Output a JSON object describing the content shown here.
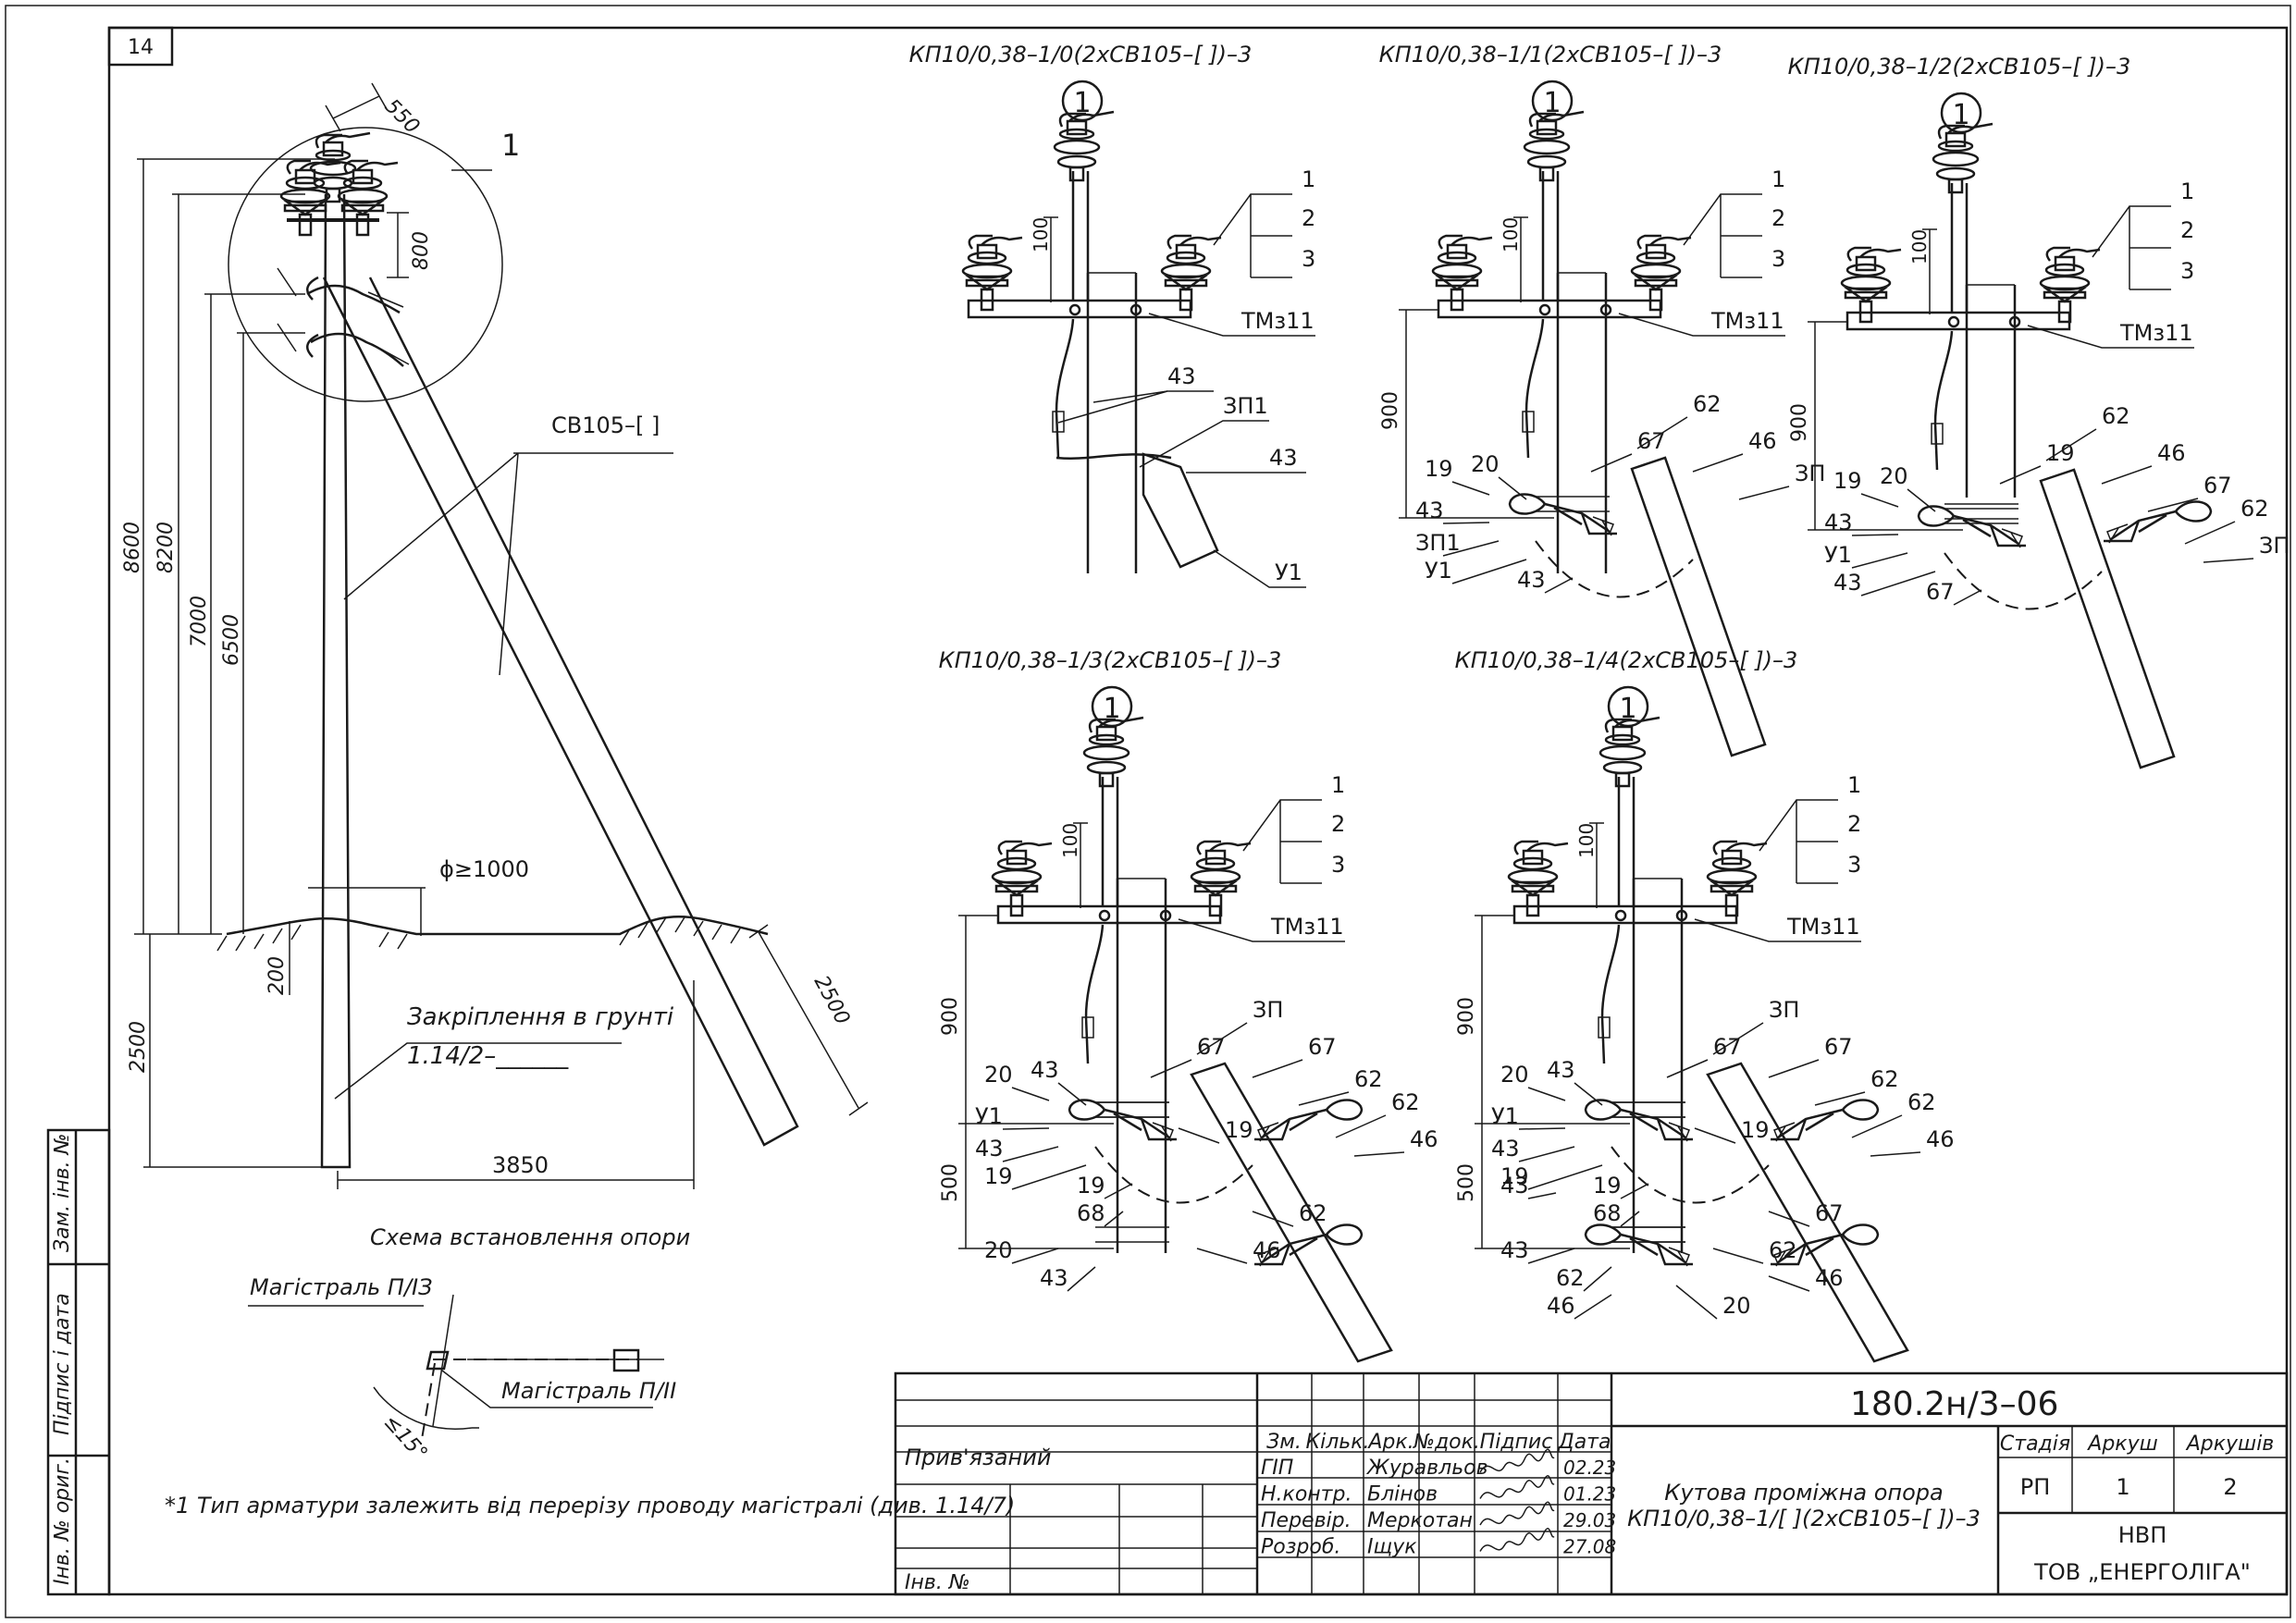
{
  "sheet_number": "14",
  "main_scheme": {
    "dims": {
      "d550": "550",
      "d800": "800",
      "d8600": "8600",
      "d8200": "8200",
      "d7000": "7000",
      "d6500": "6500",
      "d200": "200",
      "d2500v": "2500",
      "d2500i": "2500",
      "d3850": "3850",
      "dphi": "ϕ≥1000"
    },
    "callout": "1",
    "wire_label": "СВ105–[    ]",
    "grounding_title": "Закріплення в грунті",
    "grounding_ref": "1.14/2–______",
    "caption": "Схема встановлення опори"
  },
  "angle_scheme": {
    "main_l3": "Магістраль П/ІЗ",
    "main_l1": "Магістраль П/ІІ",
    "angle": "≤15°"
  },
  "footnote": "*1 Тип арматури залежить від перерізу проводу магістралі (див. 1.14/7)",
  "side_stamp": {
    "inv_zam": "Зам. інв. №",
    "sign_date": "Підпис і дата",
    "inv_orig": "Інв. № ориг."
  },
  "variants": [
    {
      "title": "КП10/0,38–1/0(2хСВ105–[  ])–3",
      "circle": "1",
      "tmz": "ТМз11",
      "labels": [
        "1",
        "2",
        "3",
        "100",
        "43",
        "ЗП1",
        "43",
        "У1"
      ]
    },
    {
      "title": "КП10/0,38–1/1(2хСВ105–[  ])–3",
      "circle": "1",
      "tmz": "ТМз11",
      "labels": [
        "1",
        "2",
        "3",
        "100",
        "900",
        "19",
        "20",
        "43",
        "ЗП1",
        "У1",
        "43",
        "67",
        "62",
        "46",
        "ЗП"
      ]
    },
    {
      "title": "КП10/0,38–1/2(2хСВ105–[  ])–3",
      "circle": "1",
      "tmz": "ТМз11",
      "labels": [
        "1",
        "2",
        "3",
        "100",
        "900",
        "19",
        "20",
        "43",
        "У1",
        "43",
        "67",
        "19",
        "62",
        "46",
        "67",
        "62",
        "ЗП"
      ]
    },
    {
      "title": "КП10/0,38–1/3(2хСВ105–[  ])–3",
      "circle": "1",
      "tmz": "ТМз11",
      "labels": [
        "1",
        "2",
        "3",
        "100",
        "900",
        "20",
        "43",
        "У1",
        "43",
        "19",
        "19",
        "67",
        "ЗП",
        "67",
        "62",
        "62",
        "46",
        "500",
        "19",
        "68",
        "62",
        "20",
        "46",
        "43"
      ]
    },
    {
      "title": "КП10/0,38–1/4(2хСВ105–[  ])–3",
      "circle": "1",
      "tmz": "ТМз11",
      "labels": [
        "1",
        "2",
        "3",
        "100",
        "900",
        "20",
        "43",
        "У1",
        "43",
        "19",
        "19",
        "67",
        "ЗП",
        "67",
        "62",
        "62",
        "46",
        "500",
        "19",
        "68",
        "67",
        "43",
        "62",
        "62",
        "46",
        "46",
        "20",
        "43"
      ]
    }
  ],
  "title_block": {
    "doc_code": "180.2н/3–06",
    "privyaz": "Прив'язаний",
    "inv": "Інв. №",
    "headers": [
      "Зм.",
      "Кільк.",
      "Арк.",
      "№док.",
      "Підпис",
      "Дата"
    ],
    "roles": [
      {
        "role": "ГІП",
        "name": "Журавльов",
        "date": "02.23"
      },
      {
        "role": "Н.контр.",
        "name": "Блінов",
        "date": "01.23"
      },
      {
        "role": "Перевір.",
        "name": "Меркотан",
        "date": "29.03"
      },
      {
        "role": "Розроб.",
        "name": "Іщук",
        "date": "27.08"
      }
    ],
    "desc_line1": "Кутова проміжна опора",
    "desc_line2": "КП10/0,38–1/[  ](2хСВ105–[  ])–3",
    "stage_h": "Стадія",
    "sheet_h": "Аркуш",
    "sheets_h": "Аркушів",
    "stage": "РП",
    "sheet": "1",
    "sheets": "2",
    "org1": "НВП",
    "org2": "ТОВ „ЕНЕРГОЛІГА\""
  }
}
